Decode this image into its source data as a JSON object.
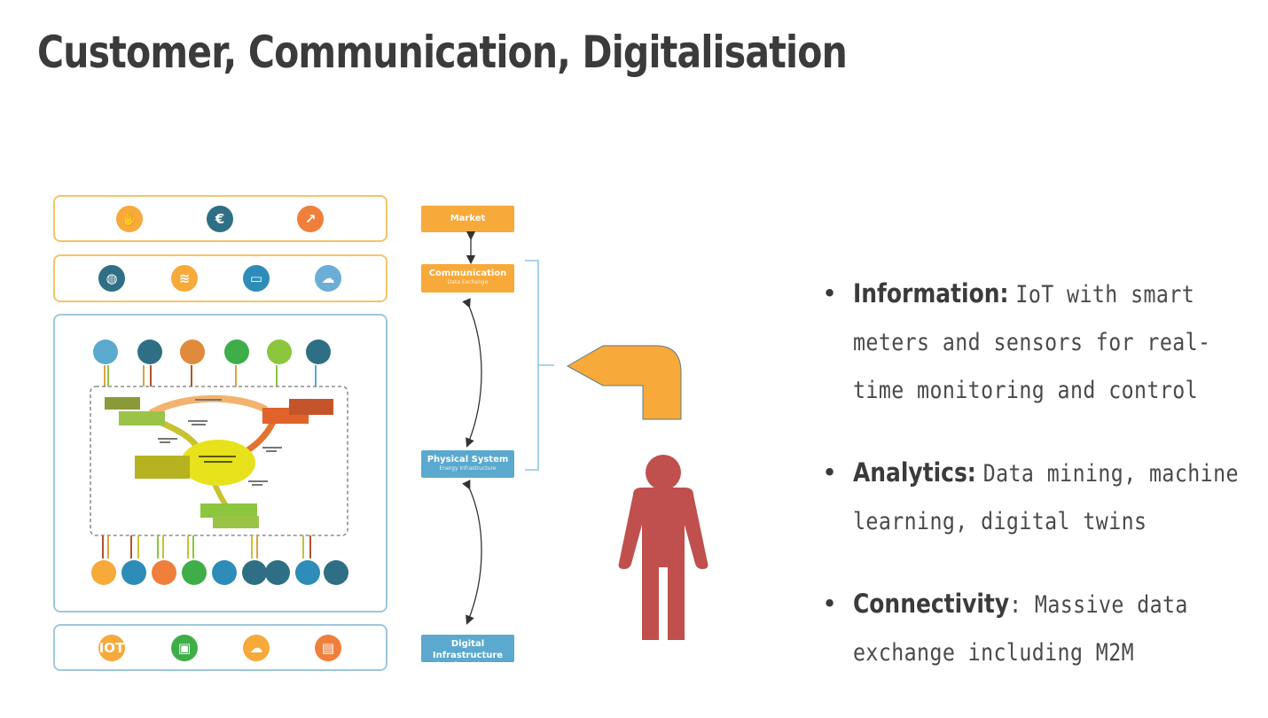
{
  "slide": {
    "title": "Customer, Communication, Digitalisation"
  },
  "diagram": {
    "layers": [
      {
        "label": "Market",
        "sublabel": ""
      },
      {
        "label": "Communication",
        "sublabel": "Data Exchange"
      },
      {
        "label": "Physical System",
        "sublabel": "Energy Infrastructure"
      },
      {
        "label": "Digital Infrastructure",
        "sublabel": "Cyber-Physical Systems"
      }
    ],
    "market_icons": [
      {
        "icon": "handshake-icon",
        "glyph": "✋",
        "color": "#f7a93a"
      },
      {
        "icon": "euro-icon",
        "glyph": "€",
        "color": "#2f6f86"
      },
      {
        "icon": "trend-up-icon",
        "glyph": "↗",
        "color": "#f07f3c"
      }
    ],
    "communication_icons": [
      {
        "icon": "globe-icon",
        "glyph": "◍",
        "color": "#2f6f86"
      },
      {
        "icon": "wifi-icon",
        "glyph": "≋",
        "color": "#f7a93a"
      },
      {
        "icon": "screen-icon",
        "glyph": "▭",
        "color": "#2d8cb8"
      },
      {
        "icon": "cloud-icon",
        "glyph": "☁",
        "color": "#6aaed6"
      }
    ],
    "digital_icons": [
      {
        "icon": "iot-icon",
        "glyph": "IOT",
        "color": "#f7a93a"
      },
      {
        "icon": "chip-icon",
        "glyph": "▣",
        "color": "#3fae49"
      },
      {
        "icon": "cloud-data-icon",
        "glyph": "☁",
        "color": "#f7a93a"
      },
      {
        "icon": "document-icon",
        "glyph": "▤",
        "color": "#f07f3c"
      }
    ],
    "generation_icons": [
      {
        "icon": "wind-turbine-icon",
        "color": "#5ba9ce"
      },
      {
        "icon": "solar-panel-icon",
        "color": "#2f6f86"
      },
      {
        "icon": "factory-icon",
        "color": "#e08a3c"
      },
      {
        "icon": "farm-icon",
        "color": "#3fae49"
      },
      {
        "icon": "plant-icon",
        "color": "#8cc63f"
      },
      {
        "icon": "building-icon",
        "color": "#2f6f86"
      }
    ],
    "consumer_icons": [
      {
        "icon": "home-icon",
        "color": "#f7a93a"
      },
      {
        "icon": "office-icon",
        "color": "#2d8cb8"
      },
      {
        "icon": "industry-icon",
        "color": "#f07f3c"
      },
      {
        "icon": "agriculture-icon",
        "color": "#3fae49"
      },
      {
        "icon": "train-icon",
        "color": "#2d8cb8"
      },
      {
        "icon": "bus-icon",
        "color": "#2f6f86"
      },
      {
        "icon": "car-icon",
        "color": "#2f6f86"
      },
      {
        "icon": "ship-icon",
        "color": "#2d8cb8"
      },
      {
        "icon": "plane-icon",
        "color": "#2f6f86"
      }
    ]
  },
  "bullets": [
    {
      "term": "Information:",
      "text_lines": [
        "IoT with smart",
        "meters and sensors for real-",
        "time monitoring and control"
      ]
    },
    {
      "term": "Analytics:",
      "text_lines": [
        "Data mining, machine",
        "learning, digital twins"
      ]
    },
    {
      "term": "Connectivity",
      "text_lines": [
        ": Massive data",
        "exchange including M2M"
      ]
    }
  ],
  "colors": {
    "orange": "#f7a93a",
    "blue": "#5ba9ce",
    "person": "#c0504d"
  }
}
